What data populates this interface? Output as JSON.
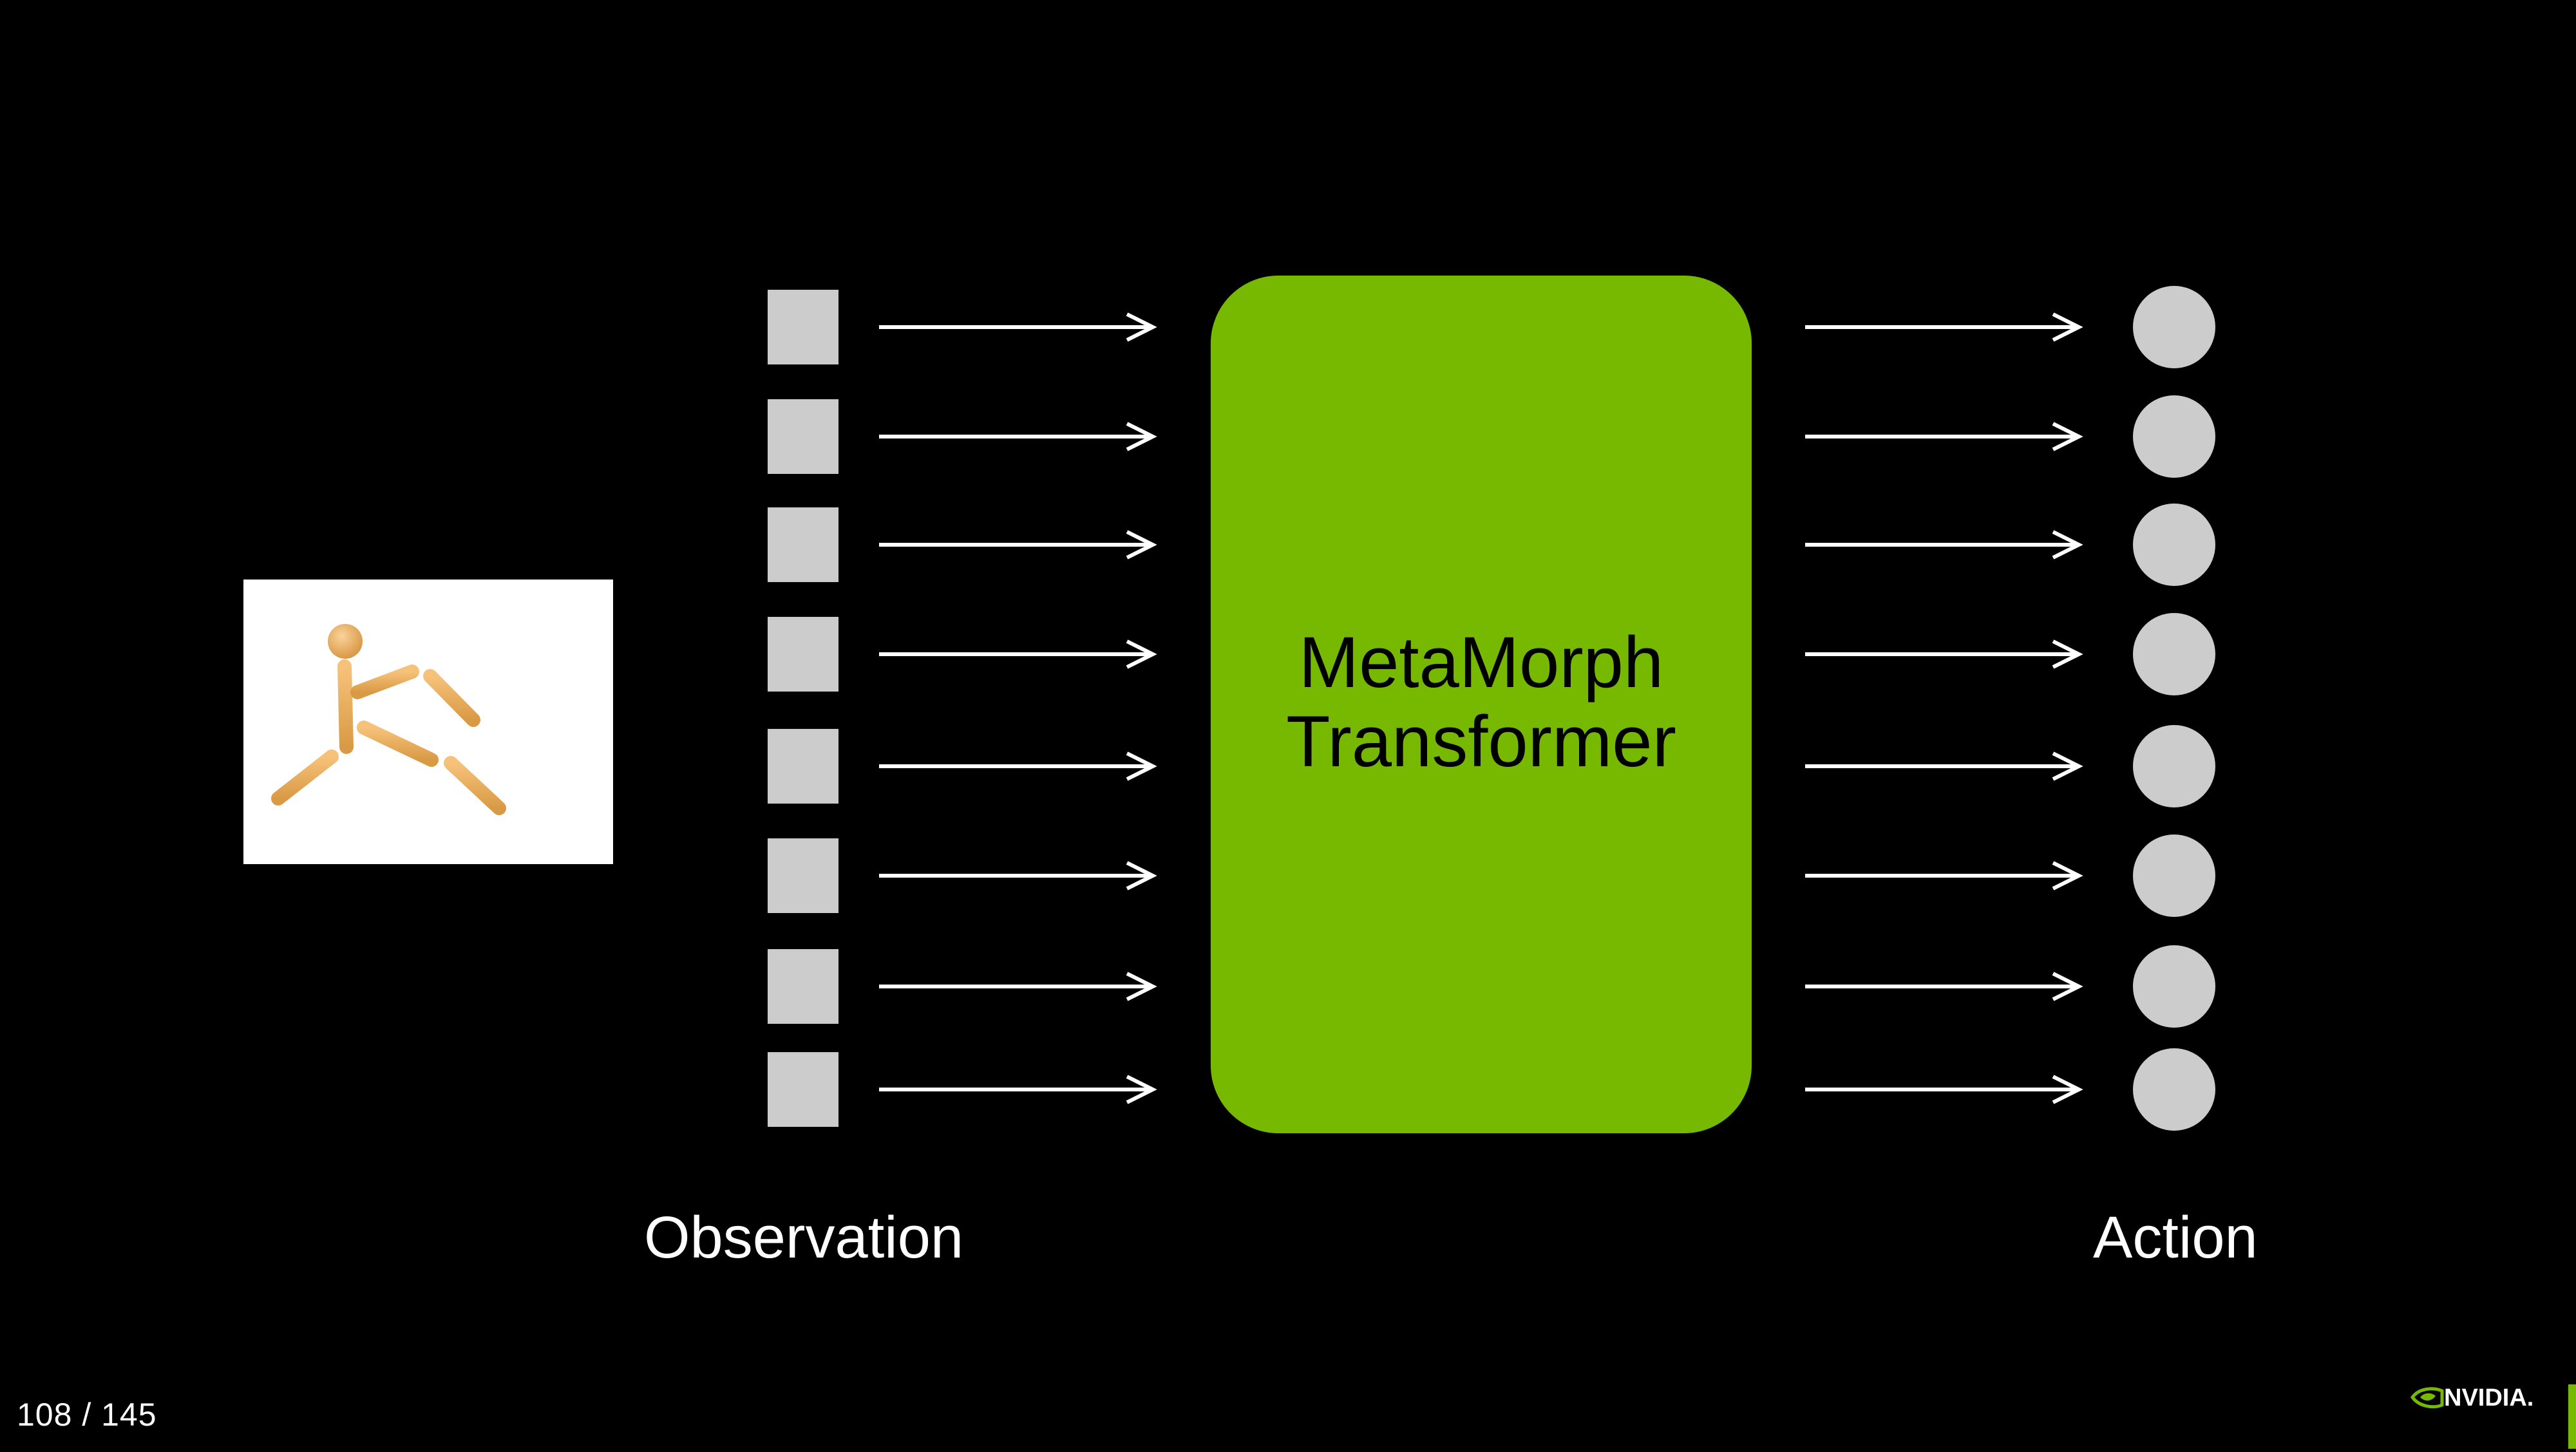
{
  "diagram": {
    "box_label_line1": "MetaMorph",
    "box_label_line2": "Transformer",
    "observation_label": "Observation",
    "action_label": "Action",
    "token_count": 8
  },
  "footer": {
    "page_counter": "108 / 145",
    "brand": "NVIDIA."
  },
  "colors": {
    "background": "#000000",
    "accent": "#76b900",
    "token_fill": "#cccccc",
    "arrow": "#ffffff",
    "robot": "#f0b060"
  },
  "icons": {
    "robot_image": "robot-morphology-image",
    "logo": "nvidia-logo-icon"
  }
}
